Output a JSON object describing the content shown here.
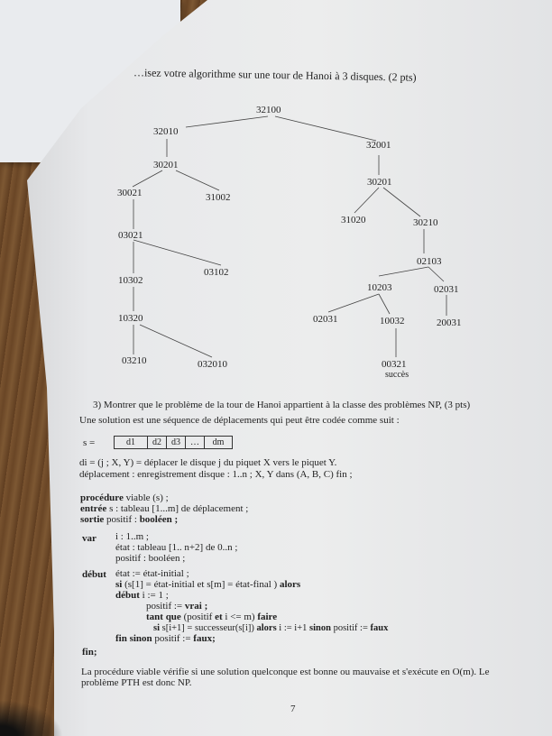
{
  "heading": "…isez votre algorithme sur une tour de Hanoi à 3 disques. (2 pts)",
  "tree": {
    "nodes": [
      "32100",
      "32010",
      "32001",
      "30201",
      "30021",
      "31002",
      "30201",
      "31020",
      "30210",
      "03021",
      "03102",
      "02103",
      "10302",
      "10203",
      "02031",
      "10320",
      "02031",
      "10032",
      "20031",
      "03210",
      "032010",
      "00321"
    ],
    "success_label": "succès"
  },
  "question3": "3)   Montrer que le problème de la tour de Hanoi appartient à la classe des problèmes NP, (3 pts)",
  "intro": "Une solution est une séquence de déplacements qui peut être codée comme suit :",
  "seq_label": "s =",
  "seq_cells": [
    "d1",
    "d2",
    "d3",
    "…",
    "dm"
  ],
  "def1": "di = (j ; X, Y) = déplacer le disque j du piquet X vers le piquet Y.",
  "def2": "déplacement : enregistrement disque : 1..n ; X, Y dans (A, B, C) fin ;",
  "algo": {
    "l1a": "procédure",
    "l1b": " viable (s) ;",
    "l2a": "entrée",
    "l2b": " s : tableau [1...m] de déplacement ;",
    "l3a": "sortie",
    "l3b": " positif : ",
    "l3c": "booléen ;",
    "var_kw": "var",
    "v1": "i : 1..m ;",
    "v2": "état : tableau [1.. n+2] de 0..n ;",
    "v3": "positif : booléen ;",
    "deb_kw": "début",
    "d1": "état := état-initial ;",
    "d2a": "si",
    "d2b": " (s[1] = état-initial et s[m] = état-final ) ",
    "d2c": "alors",
    "d3a": "début",
    "d3b": "   i := 1 ;",
    "d4a": "positif := ",
    "d4b": "vrai ;",
    "d5a": "tant que",
    "d5b": " (positif ",
    "d5c": "et",
    "d5d": " i <= m) ",
    "d5e": "faire",
    "d6a": "si",
    "d6b": " s[i+1] = successeur(s[i]) ",
    "d6c": "alors",
    "d6d": " i := i+1  ",
    "d6e": "sinon",
    "d6f": " positif := ",
    "d6g": "faux",
    "d7a": "fin sinon",
    "d7b": " positif := ",
    "d7c": "faux;",
    "fin": "fin;"
  },
  "concl1": "La procédure viable vérifie si une solution quelconque est bonne ou mauvaise et s'exécute en O(m). Le",
  "concl2": "problème PTH est donc NP.",
  "page_number": "7"
}
